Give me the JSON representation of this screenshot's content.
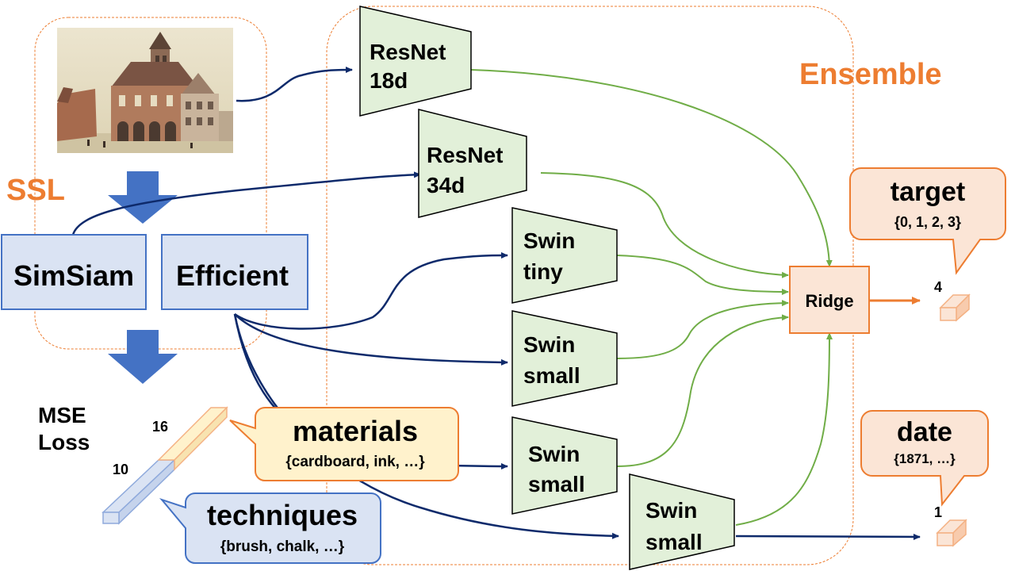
{
  "groups": {
    "ssl_label": "SSL",
    "ensemble_label": "Ensemble"
  },
  "ssl_models": {
    "simsiam": "SimSiam",
    "efficient": "Efficient"
  },
  "loss": {
    "line1": "MSE",
    "line2": "Loss",
    "dim_16": "16",
    "dim_10": "10"
  },
  "callouts": {
    "materials": {
      "title": "materials",
      "values": "{cardboard, ink, …}"
    },
    "techniques": {
      "title": "techniques",
      "values": "{brush, chalk, …}"
    },
    "target": {
      "title": "target",
      "values": "{0, 1, 2, 3}"
    },
    "date": {
      "title": "date",
      "values": "{1871, …}"
    }
  },
  "models": {
    "resnet18": {
      "line1": "ResNet",
      "line2": "18d"
    },
    "resnet34": {
      "line1": "ResNet",
      "line2": "34d"
    },
    "swin_tiny": {
      "line1": "Swin",
      "line2": "tiny"
    },
    "swin_small_1": {
      "line1": "Swin",
      "line2": "small"
    },
    "swin_small_2": {
      "line1": "Swin",
      "line2": "small"
    },
    "swin_small_3": {
      "line1": "Swin",
      "line2": "small"
    }
  },
  "ridge": "Ridge",
  "outputs": {
    "target_dim": "4",
    "date_dim": "1"
  },
  "colors": {
    "orange": "#ED7D31",
    "green_line": "#70AD47",
    "navy": "#0E2A6B",
    "blue_arrow": "#4472C4",
    "model_fill": "#E2F0D9",
    "box_blue_fill": "#DAE3F3",
    "box_blue_stroke": "#4472C4",
    "ridge_fill": "#FBE5D6",
    "materials_fill": "#FFF2CC"
  }
}
